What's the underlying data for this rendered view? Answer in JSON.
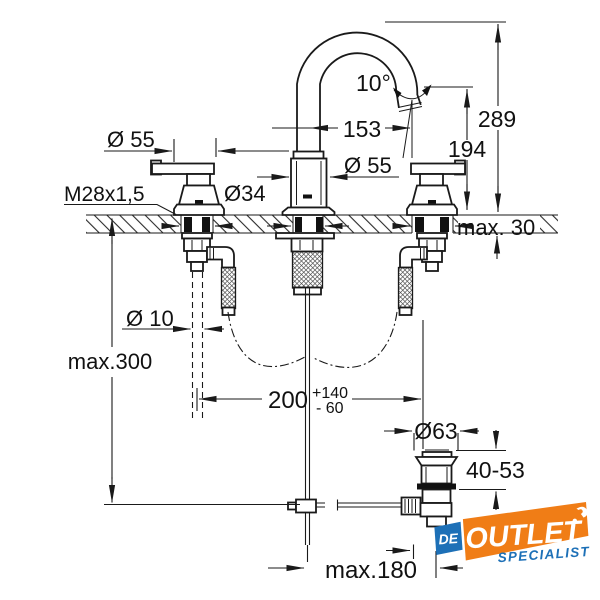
{
  "dims": {
    "handle_dia": "Ø 55",
    "thread": "M28x1,5",
    "hole_dia": "Ø34",
    "spout_dia": "Ø 55",
    "spout_angle": "10°",
    "spout_reach": "153",
    "total_height": "289",
    "outlet_height": "194",
    "deck_thickness": "max. 30",
    "rod_dia": "Ø 10",
    "below_deck_clearance": "max.300",
    "hole_spacing": "200",
    "hole_spacing_tol_plus": "+140",
    "hole_spacing_tol_minus": "- 60",
    "drain_dia": "Ø63",
    "drain_clamp_range": "40-53",
    "rod_reach": "max.180"
  },
  "logo": {
    "prefix": "DE",
    "name": "OUTLET",
    "subtitle": "SPECIALIST",
    "orange": "#f07d16",
    "blue": "#1d70b7"
  }
}
